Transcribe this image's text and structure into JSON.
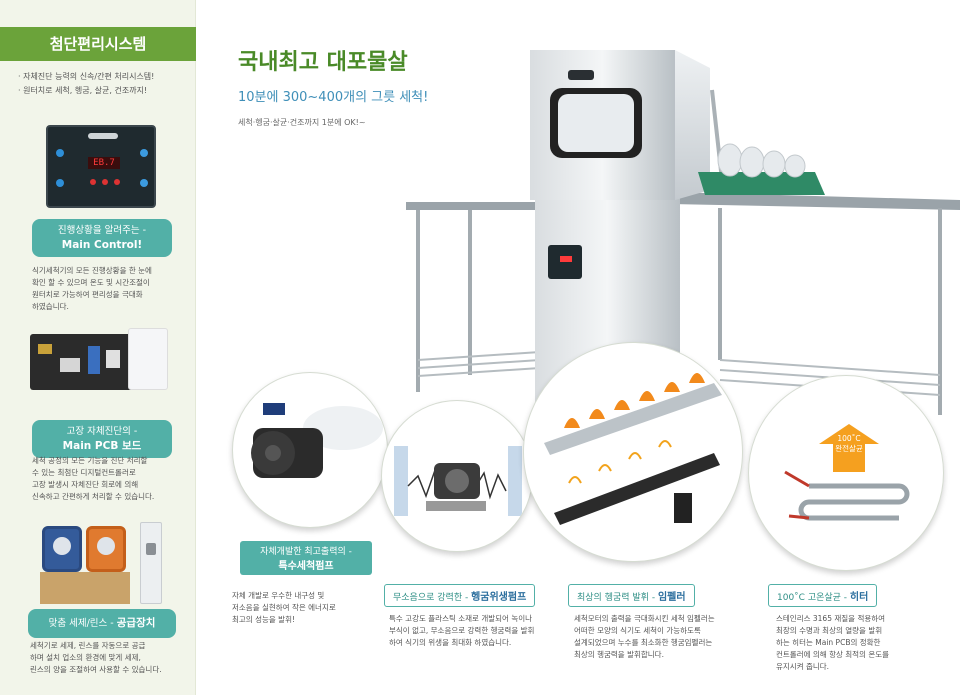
{
  "sidebar": {
    "title": "첨단편리시스템",
    "bullets": [
      "· 자체진단 능력의 신속/간편 처리시스템!",
      "· 원터치로 세척, 헹굼, 살균, 건조까지!"
    ],
    "sections": [
      {
        "pill_line1": "진행상황을 알려주는 -",
        "pill_line2": "Main Control!",
        "text": [
          "식기세척기의 모든 진행상황을 한 눈에",
          "확인 할 수 있으며 온도 및 시간조절이",
          "원터치로 가능하여 편리성을 극대화",
          "하였습니다."
        ]
      },
      {
        "pill_line1": "고장 자체진단의 -",
        "pill_line2": "Main PCB 보드",
        "text": [
          "세척 공정의 모든 기능을 진단 처리할",
          "수 있는 최첨단  디지털컨트롤러로",
          "고장 발생시 자체진단 회로에 의해",
          "신속하고 간편하게 처리할 수 있습니다."
        ]
      },
      {
        "pill_prefix": "맞춤 세제/린스 - ",
        "pill_bold": "공급장치",
        "text": [
          "세척기로 세제,  린스를 자동으로 공급",
          "하며 설치 업소의 환경에 맞게 세제,",
          "린스의 양을 조절하여 사용할 수 있습니다."
        ]
      }
    ],
    "panel_display": "EB.7"
  },
  "main": {
    "headline": "국내최고 대포물살",
    "subhead": "10분에 300~400개의 그릇 세척!",
    "tagline": "세척·헹굼·살균·건조까지 1분에 OK!~"
  },
  "features": [
    {
      "cap_line1": "자체개발한 최고출력의 -",
      "cap_line2": "특수세척펌프",
      "text": [
        "자체 개발로 우수한 내구성 및",
        "저소음을 실현하여 작은 에너지로",
        "최고의 성능을 발휘!"
      ]
    },
    {
      "cap_prefix": "무소음으로 강력한 - ",
      "cap_bold": "헹굼위생펌프",
      "text": [
        "특수 고강도 플라스틱 소재로 개발되어 녹이나",
        "부식이 없고,  무소음으로 강력한 헹굼력을 발휘",
        "하여 식기의 위생을 최대화 하였습니다."
      ]
    },
    {
      "cap_prefix": "최상의 헹굼력 발휘 - ",
      "cap_bold": "임펠러",
      "text": [
        "세척모터의 출력을 극대화시킨 세척 임펠러는",
        "어떠한 모양의 식기도 세척이 가능하도록",
        "설계되었으며 누수를 최소화한 헹굼임펠러는",
        "최상의 헹굼력을 발휘합니다."
      ]
    },
    {
      "cap_prefix": "100˚C 고온살균 - ",
      "cap_bold": "히터",
      "badge_line1": "100˚C",
      "badge_line2": "완전살균",
      "text": [
        "스테인리스 3165 재질을 적용하여",
        "최장의 수명과 최상의 열량을 발휘",
        "하는 히터는 Main PCB의 정확한",
        "컨트롤러에 의해 항상 최적의  온도를",
        "유지시켜 줍니다."
      ]
    }
  ],
  "colors": {
    "brand_green": "#6ba33a",
    "teal": "#52b0a7",
    "blue_text": "#3f8fb8",
    "sidebar_bg": "#f2f5ea"
  }
}
